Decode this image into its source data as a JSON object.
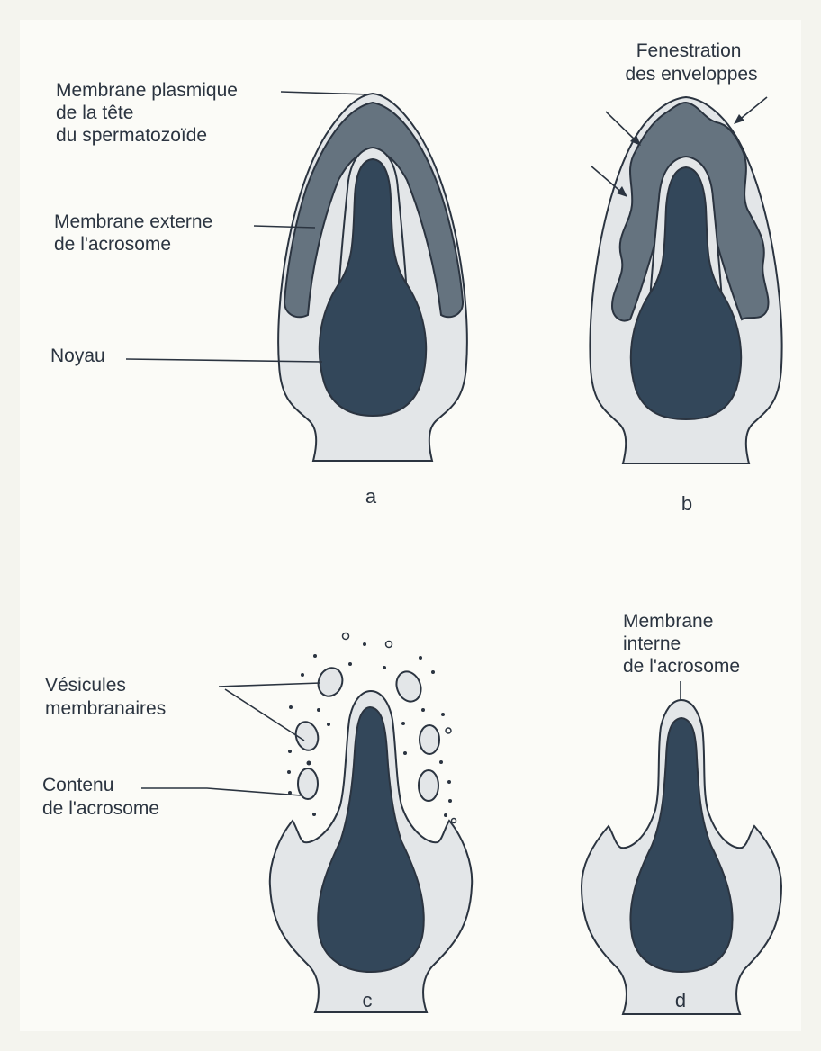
{
  "colors": {
    "background": "#f4f4ee",
    "frame": "#fbfbf7",
    "cytoplasm": "#e3e6e8",
    "acrosome": "#65737f",
    "nucleus": "#33475a",
    "outline": "#2b3440"
  },
  "panels": {
    "a": {
      "letter": "a",
      "labels": {
        "plasma_membrane": [
          "Membrane plasmique",
          "de la tête",
          "du spermatozoïde"
        ],
        "outer_acrosomal_membrane": [
          "Membrane externe",
          "de l'acrosome"
        ],
        "nucleus": [
          "Noyau"
        ]
      }
    },
    "b": {
      "letter": "b",
      "labels": {
        "fenestration": [
          "Fenestration",
          "des enveloppes"
        ]
      }
    },
    "c": {
      "letter": "c",
      "labels": {
        "vesicles": [
          "Vésicules",
          "membranaires"
        ],
        "acrosome_content": [
          "Contenu",
          "de l'acrosome"
        ]
      }
    },
    "d": {
      "letter": "d",
      "labels": {
        "inner_acrosomal_membrane": [
          "Membrane",
          "interne",
          "de l'acrosome"
        ]
      }
    }
  }
}
